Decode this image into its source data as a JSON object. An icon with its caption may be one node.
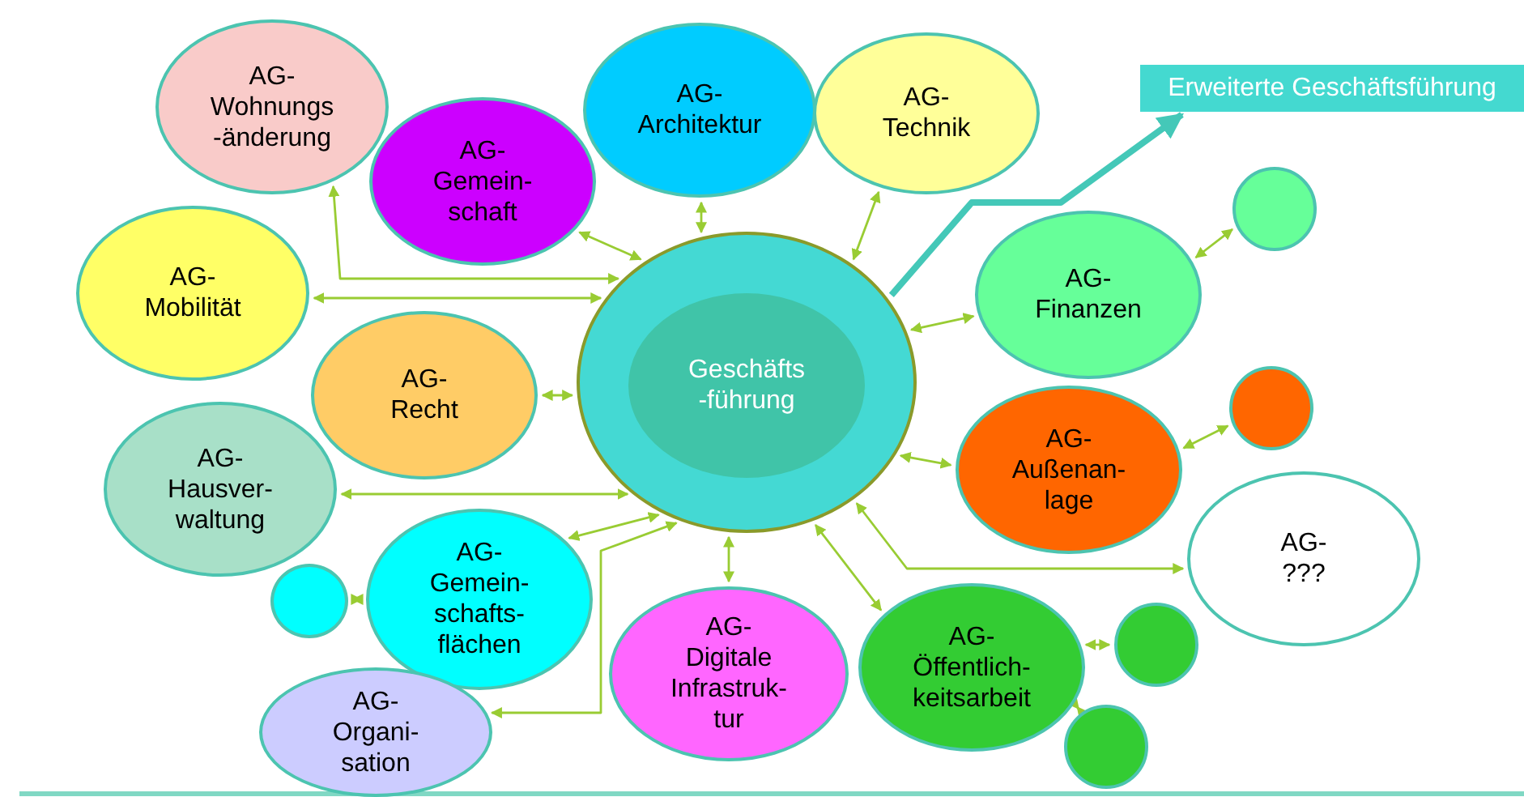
{
  "diagram": {
    "nodes": [
      {
        "text": [
          "AG- Wohnungs -änderung"
        ]
      },
      {
        "text": [
          "AG- Architektur"
        ]
      },
      {
        "text": [
          "AG- Technik"
        ]
      },
      {
        "text": [
          "Erweiterte Geschäftsführung"
        ]
      },
      {
        "text": [
          "AG- Gemein- schaft"
        ]
      },
      {
        "text": [],
        "shape": "circle"
      },
      {
        "text": [
          "AG- Mobilität"
        ]
      },
      {
        "text": [
          "AG- Finanzen"
        ]
      },
      {
        "text": [],
        "shape": "circle"
      },
      {
        "text": [
          "Geschäfts -führung"
        ],
        "in": 8
      },
      {
        "text": [
          "AG- Recht"
        ]
      },
      {
        "text": [],
        "shape": "circle"
      },
      {
        "text": [
          "AG- Außenan- lage"
        ]
      },
      {
        "text": [
          "AG- Hausver- waltung"
        ]
      },
      {
        "text": [
          "AG- ???"
        ]
      },
      {
        "text": [
          "AG- Gemein- schafts- flächen"
        ]
      },
      {
        "text": [],
        "shape": "circle"
      },
      {
        "text": [
          "AG- Öffentlich- keitsarbeit"
        ]
      },
      {
        "text": [],
        "shape": "circle"
      },
      {
        "text": [
          "AG- Digitale Infrastruk- tur"
        ]
      },
      {
        "text": [],
        "shape": "circle"
      },
      {
        "text": [
          "AG- Organi- sation"
        ]
      }
    ],
    "edges": [
      {
        "from": 0,
        "to": 8,
        "arrow": "both"
      },
      {
        "from": 4,
        "to": 8,
        "arrow": "both"
      },
      {
        "from": 6,
        "to": 8,
        "arrow": "both"
      },
      {
        "from": 10,
        "to": 8,
        "arrow": "both"
      },
      {
        "from": 1,
        "to": 8,
        "arrow": "both"
      },
      {
        "from": 2,
        "to": 8,
        "arrow": "both"
      },
      {
        "from": 8,
        "to": 7,
        "arrow": "both"
      },
      {
        "from": 8,
        "to": 3,
        "arrow": "to",
        "style": "thick",
        "color": "#44c8b8"
      },
      {
        "from": 7,
        "to": 5,
        "arrow": "both"
      },
      {
        "from": 8,
        "to": 14,
        "arrow": "both"
      },
      {
        "from": 8,
        "to": 12,
        "arrow": "both"
      },
      {
        "from": 12,
        "to": 11,
        "arrow": "both"
      },
      {
        "from": 8,
        "to": 17,
        "arrow": "both"
      },
      {
        "from": 17,
        "to": 18,
        "arrow": "both"
      },
      {
        "from": 17,
        "to": 20,
        "arrow": "both"
      },
      {
        "from": 8,
        "to": 19,
        "arrow": "both"
      },
      {
        "from": 8,
        "to": 15,
        "arrow": "both"
      },
      {
        "from": 13,
        "to": 8,
        "arrow": "both"
      },
      {
        "from": 16,
        "to": 15,
        "arrow": "both"
      },
      {
        "from": 21,
        "to": 8,
        "arrow": "both"
      }
    ]
  }
}
